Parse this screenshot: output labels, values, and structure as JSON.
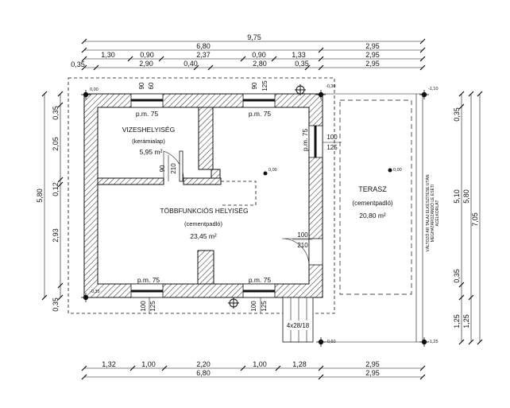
{
  "dims_top": {
    "total": "9,75",
    "row2_left": "6,80",
    "row2_right": "2,95",
    "row3": [
      "1,30",
      "0,90",
      "2,37",
      "0,90",
      "1,33",
      "2,95"
    ],
    "row4": [
      "0,35",
      "2,90",
      "0,40",
      "2,80",
      "0,35",
      "2,95"
    ]
  },
  "dims_bottom": {
    "row1": [
      "1,32",
      "1,00",
      "2,20",
      "1,00",
      "1,28",
      "2,95"
    ],
    "row2_left": "6,80",
    "row2_right": "2,95"
  },
  "dims_left": {
    "total": "5,80",
    "parts": [
      "0,35",
      "2,05",
      "0,12",
      "2,93",
      "0,35"
    ]
  },
  "dims_right": {
    "outer": "7,05",
    "mid": [
      "0,35",
      "5,10",
      "0,35",
      "1,25"
    ],
    "inner": [
      "5,80",
      "1,25"
    ]
  },
  "rooms": {
    "bath": {
      "name": "VIZESHELYISÉG",
      "floor": "(kerámialap)",
      "area": "5,95 m²"
    },
    "main": {
      "name": "TÖBBFUNKCIÓS HELYISÉG",
      "floor": "(cementpadló)",
      "area": "23,45 m²"
    },
    "terrace": {
      "name": "TERASZ",
      "floor": "(cementpadló)",
      "area": "20,80 m²"
    }
  },
  "windows": {
    "label": "p.m. 75",
    "top_left": [
      "90",
      "60"
    ],
    "top_right": [
      "90",
      "125"
    ],
    "right_side": [
      "100",
      "125"
    ],
    "bottom_left": [
      "100",
      "125"
    ],
    "bottom_right": [
      "100",
      "125"
    ]
  },
  "doors": {
    "bath_door": [
      "90",
      "210"
    ],
    "entry_door": [
      "100",
      "210"
    ]
  },
  "levels": {
    "inner": "0,00",
    "top_left_corner": "0,00",
    "top_right_corner": "-0,30",
    "terrace_corner": "-1,10",
    "bottom_left_corner": "-0,35",
    "bottom_mid": "-0,60",
    "bottom_right_corner": "-1,25",
    "terrace": "0,00"
  },
  "stairs": "4x28/18",
  "note": [
    "VÁLTOZÓ AR TALAJ ELKÉSZÍTÉSE UTÁN",
    "MEGHATÁROZANDÓ LE ESETI",
    "ACÉLKORLÁT"
  ]
}
